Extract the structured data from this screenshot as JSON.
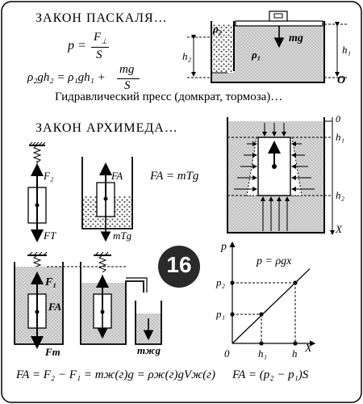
{
  "pascal": {
    "heading": "ЗАКОН ПАСКАЛЯ…",
    "formula_p_lhs": "p =",
    "formula_p_num": "F",
    "formula_p_num_sub": "⊥",
    "formula_p_den": "S",
    "formula_balance_lhs": "ρ₂gh₂ = ρ₁gh₁ +",
    "formula_balance_num": "mg",
    "formula_balance_den": "S",
    "caption": "Гидравлический пресс (домкрат, тормоза)…",
    "labels": {
      "rho2": "ρ₂",
      "rho1": "ρ₁",
      "h2": "h₂",
      "h1": "h₁",
      "mg": "mg",
      "origin": "O"
    }
  },
  "archimedes": {
    "heading": "ЗАКОН АРХИМЕДА…",
    "formula_fa": "FA = mTg",
    "labels": {
      "f2": "F₂",
      "ft": "FT",
      "fa": "FA",
      "mtg": "mTg",
      "f1": "F₁",
      "fa2": "FA",
      "fm": "Fm",
      "mzhg": "mжg"
    },
    "formula_bottom": "FA = F₂ − F₁ = mж(г)g = ρж(г)gVж(г)"
  },
  "badge": {
    "number": "16"
  },
  "pressure_diagram": {
    "labels": {
      "zero": "0",
      "h1": "h₁",
      "h2": "h₂",
      "x": "X"
    }
  },
  "chart_data": {
    "type": "line",
    "title": "",
    "xlabel": "X",
    "ylabel": "p",
    "annotation": "p = ρgx",
    "x_ticks": [
      "0",
      "h₁",
      "h"
    ],
    "y_ticks": [
      "p₁",
      "p₂"
    ],
    "series": [
      {
        "x": [
          "0",
          "h₁",
          "h"
        ],
        "y": [
          "0",
          "p₁",
          "p₂"
        ]
      }
    ],
    "grid": false
  },
  "bottom_formula_right": "FA = (p₂ − p₁)S"
}
